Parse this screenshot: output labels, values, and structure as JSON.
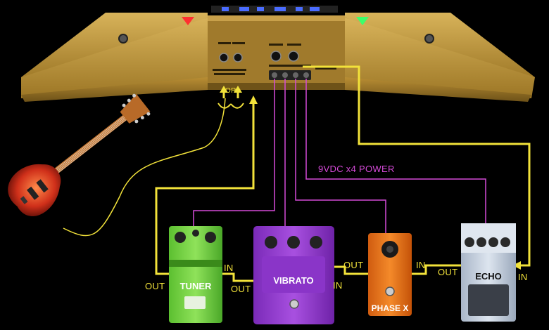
{
  "diagram": {
    "power_label": "9VDC x4 POWER",
    "or_label": "OR",
    "pedals": [
      {
        "name": "TUNER",
        "color": "#7fd84a"
      },
      {
        "name": "VIBRATO",
        "color": "#9b3fd6"
      },
      {
        "name": "PHASE X",
        "color": "#f07a1c"
      },
      {
        "name": "ECHO",
        "color": "#c9d4e2"
      }
    ],
    "jack_labels": {
      "tuner_out": "OUT",
      "tuner_in": "IN",
      "vibrato_out": "OUT",
      "vibrato_in": "IN",
      "phase_out": "OUT",
      "phase_in": "IN",
      "echo_out": "OUT",
      "echo_in": "IN"
    },
    "colors": {
      "signal_cable": "#f2e23a",
      "power_cable": "#d54ad8",
      "amp_body": "#c49a3a"
    }
  }
}
